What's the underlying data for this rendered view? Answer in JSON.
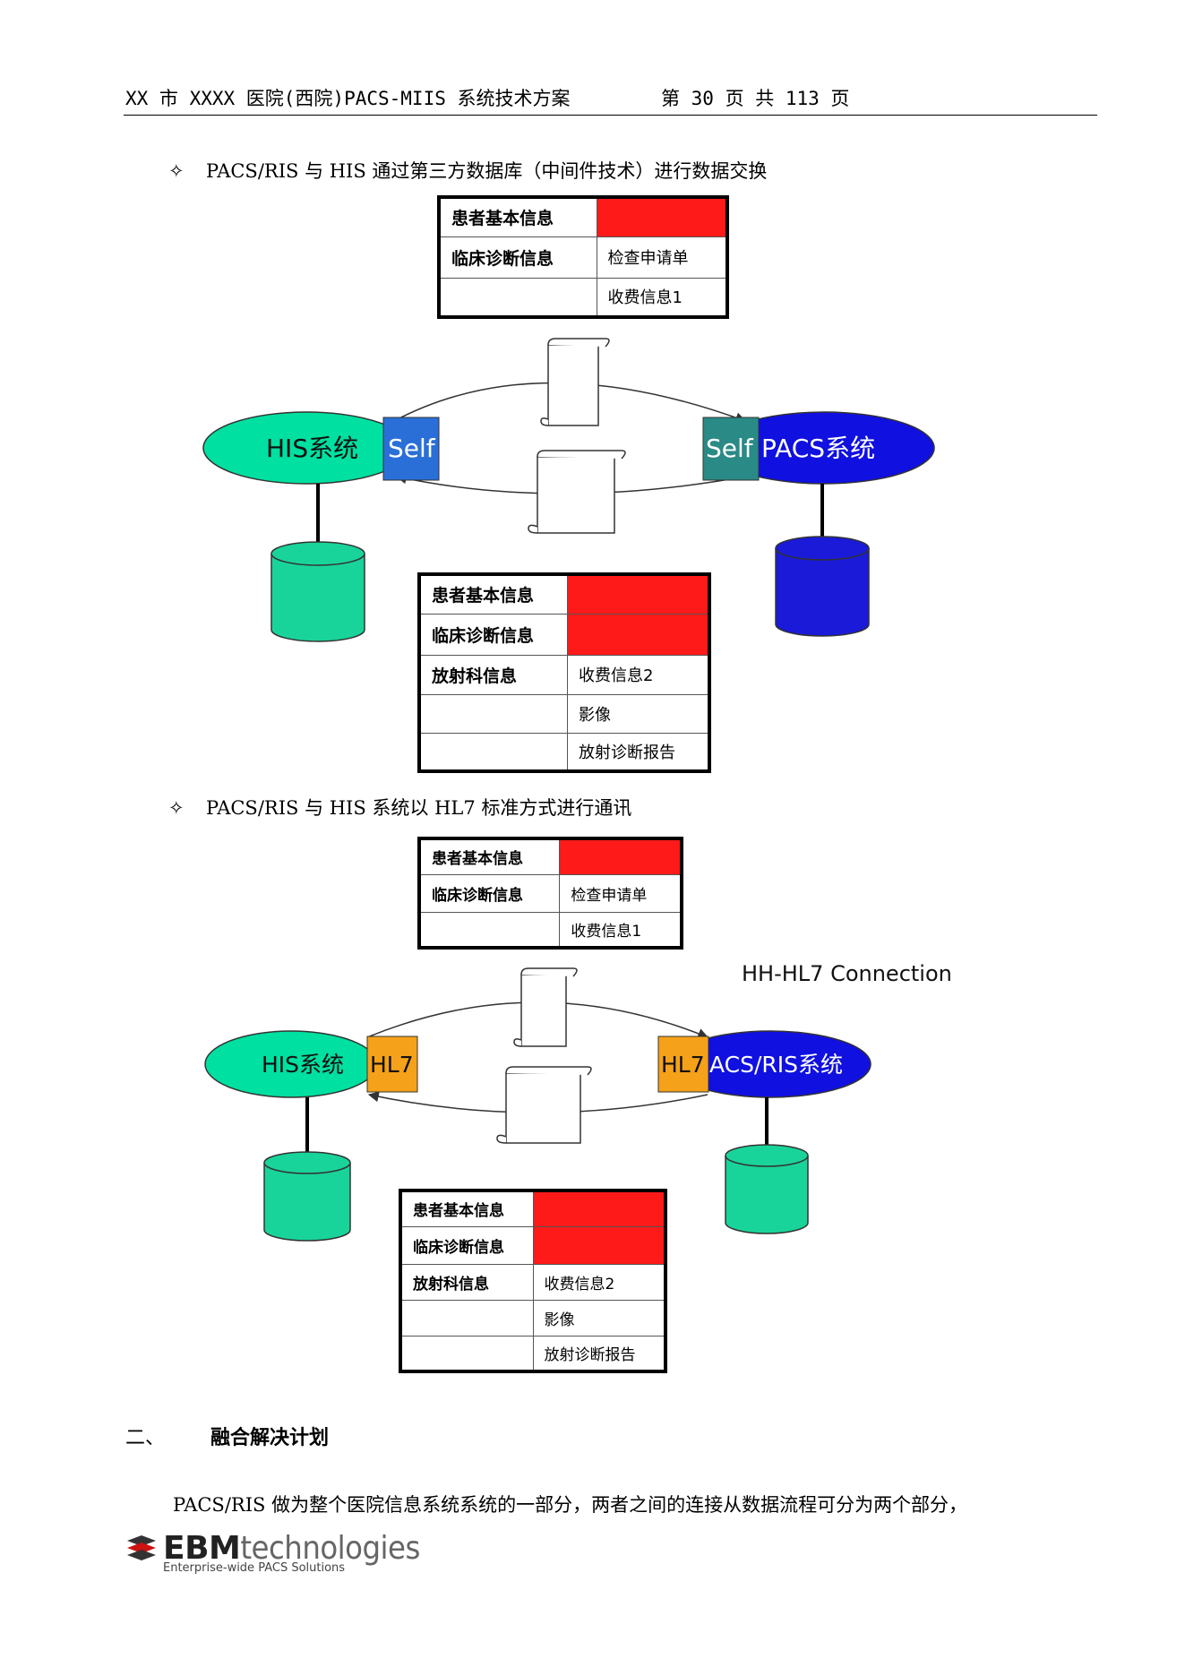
{
  "header": {
    "title": "XX 市 XXXX 医院(西院)PACS-MIIS 系统技术方案",
    "page": "第 30 页 共 113 页"
  },
  "bullets": [
    {
      "mark": "✧",
      "text": "PACS/RIS  与 HIS 通过第三方数据库（中间件技术）进行数据交换"
    },
    {
      "mark": "✧",
      "text": "PACS/RIS  与 HIS 系统以 HL7 标准方式进行通讯"
    }
  ],
  "diagram1": {
    "his_label": "HIS系统",
    "his_port": "Self",
    "pacs_port": "Self",
    "pacs_label": "PACS系统",
    "table_top": {
      "rows": [
        {
          "key": "患者基本信息",
          "value": ""
        },
        {
          "key": "临床诊断信息",
          "value": "检查申请单"
        },
        {
          "key": "",
          "value": "收费信息1"
        }
      ]
    },
    "table_bottom": {
      "rows": [
        {
          "key": "患者基本信息",
          "value": ""
        },
        {
          "key": "临床诊断信息",
          "value": ""
        },
        {
          "key": "放射科信息",
          "value": "收费信息2"
        },
        {
          "key": "",
          "value": "影像"
        },
        {
          "key": "",
          "value": "放射诊断报告"
        }
      ]
    }
  },
  "diagram2": {
    "connection_label": "HH-HL7 Connection",
    "his_label": "HIS系统",
    "his_port": "HL7",
    "pacs_port": "HL7",
    "pacs_label": "ACS/RIS系统",
    "table_top": {
      "rows": [
        {
          "key": "患者基本信息",
          "value": ""
        },
        {
          "key": "临床诊断信息",
          "value": "检查申请单"
        },
        {
          "key": "",
          "value": "收费信息1"
        }
      ]
    },
    "table_bottom": {
      "rows": [
        {
          "key": "患者基本信息",
          "value": ""
        },
        {
          "key": "临床诊断信息",
          "value": ""
        },
        {
          "key": "放射科信息",
          "value": "收费信息2"
        },
        {
          "key": "",
          "value": "影像"
        },
        {
          "key": "",
          "value": "放射诊断报告"
        }
      ]
    }
  },
  "section": {
    "number": "二、",
    "title": "融合解决计划"
  },
  "paragraph": "PACS/RIS 做为整个医院信息系统系统的一部分，两者之间的连接从数据流程可分为两个部分，",
  "footer_logo": {
    "name_bold": "EBM",
    "name_light": "technologies",
    "tagline": "Enterprise-wide PACS Solutions"
  },
  "colors": {
    "his_fill": "#00e0a0",
    "pacs_fill": "#1010e0",
    "self_his_fill": "#2a6fd8",
    "self_pacs_fill": "#2a8a86",
    "hl7_fill": "#f5a21a",
    "cyl_green": "#19d49a",
    "cyl_blue": "#1a1ad8",
    "red_cell": "#ff1a1a"
  }
}
